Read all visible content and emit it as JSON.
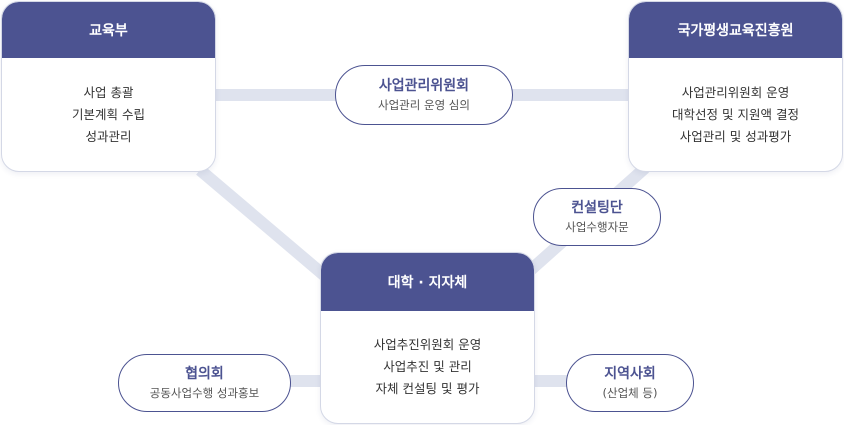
{
  "colors": {
    "accent": "#4c5391",
    "connector": "#dfe3ee",
    "card_border": "#d4d8e6"
  },
  "nodes": {
    "moe": {
      "title": "교육부",
      "lines": [
        "사업 총괄",
        "기본계획 수립",
        "성과관리"
      ]
    },
    "nile": {
      "title": "국가평생교육진흥원",
      "lines": [
        "사업관리위원회 운영",
        "대학선정 및 지원액 결정",
        "사업관리 및 성과평가"
      ]
    },
    "univ": {
      "title": "대학 · 지자체",
      "lines": [
        "사업추진위원회 운영",
        "사업추진 및 관리",
        "자체 컨설팅 및 평가"
      ]
    }
  },
  "pills": {
    "committee": {
      "title": "사업관리위원회",
      "sub": "사업관리 운영 심의"
    },
    "consulting": {
      "title": "컨설팅단",
      "sub": "사업수행자문"
    },
    "council": {
      "title": "협의회",
      "sub": "공동사업수행 성과홍보"
    },
    "community": {
      "title": "지역사회",
      "sub": "(산업체 등)"
    }
  }
}
